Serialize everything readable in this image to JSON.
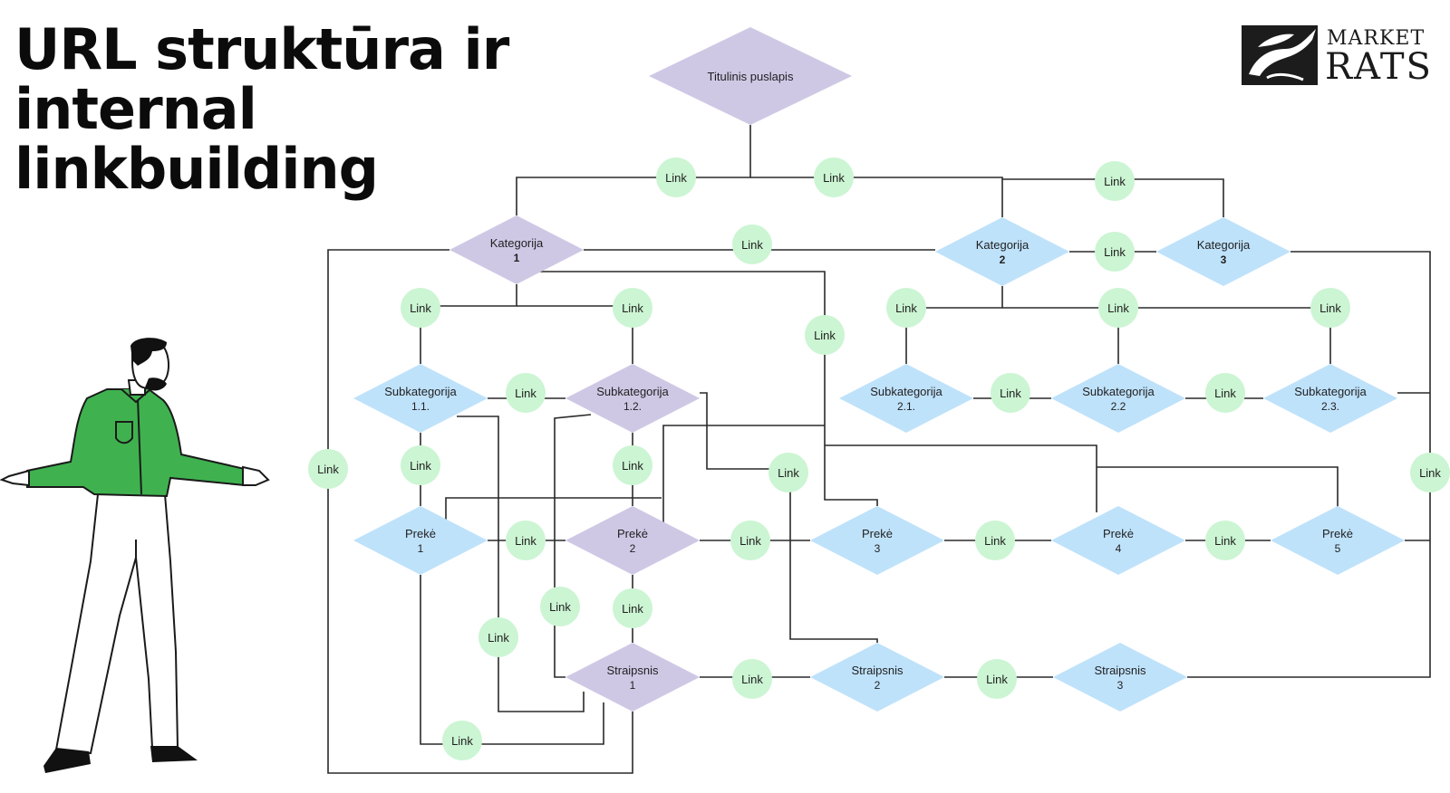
{
  "title": {
    "line1": "URL struktūra ir",
    "line2": "internal",
    "line3": "linkbuilding"
  },
  "logo": {
    "word1": "MARKET",
    "word2": "RATS"
  },
  "colors": {
    "purple": "#cfc8e5",
    "blue": "#bfe2fb",
    "green": "#ccf5d3",
    "line": "#2a2a2a"
  },
  "nodes": [
    {
      "id": "home",
      "line1": "Titulinis puslapis",
      "line2": "",
      "kind": "purple"
    },
    {
      "id": "k1",
      "line1": "Kategorija",
      "line2": "1",
      "kind": "purple"
    },
    {
      "id": "k2",
      "line1": "Kategorija",
      "line2": "2",
      "kind": "blue"
    },
    {
      "id": "k3",
      "line1": "Kategorija",
      "line2": "3",
      "kind": "blue"
    },
    {
      "id": "s11",
      "line1": "Subkategorija",
      "line2": "1.1.",
      "kind": "blue"
    },
    {
      "id": "s12",
      "line1": "Subkategorija",
      "line2": "1.2.",
      "kind": "purple"
    },
    {
      "id": "s21",
      "line1": "Subkategorija",
      "line2": "2.1.",
      "kind": "blue"
    },
    {
      "id": "s22",
      "line1": "Subkategorija",
      "line2": "2.2",
      "kind": "blue"
    },
    {
      "id": "s23",
      "line1": "Subkategorija",
      "line2": "2.3.",
      "kind": "blue"
    },
    {
      "id": "p1",
      "line1": "Prekė",
      "line2": "1",
      "kind": "blue"
    },
    {
      "id": "p2",
      "line1": "Prekė",
      "line2": "2",
      "kind": "purple"
    },
    {
      "id": "p3",
      "line1": "Prekė",
      "line2": "3",
      "kind": "blue"
    },
    {
      "id": "p4",
      "line1": "Prekė",
      "line2": "4",
      "kind": "blue"
    },
    {
      "id": "p5",
      "line1": "Prekė",
      "line2": "5",
      "kind": "blue"
    },
    {
      "id": "a1",
      "line1": "Straipsnis",
      "line2": "1",
      "kind": "purple"
    },
    {
      "id": "a2",
      "line1": "Straipsnis",
      "line2": "2",
      "kind": "blue"
    },
    {
      "id": "a3",
      "line1": "Straipsnis",
      "line2": "3",
      "kind": "blue"
    }
  ],
  "link_label": "Link",
  "link_count": 30
}
